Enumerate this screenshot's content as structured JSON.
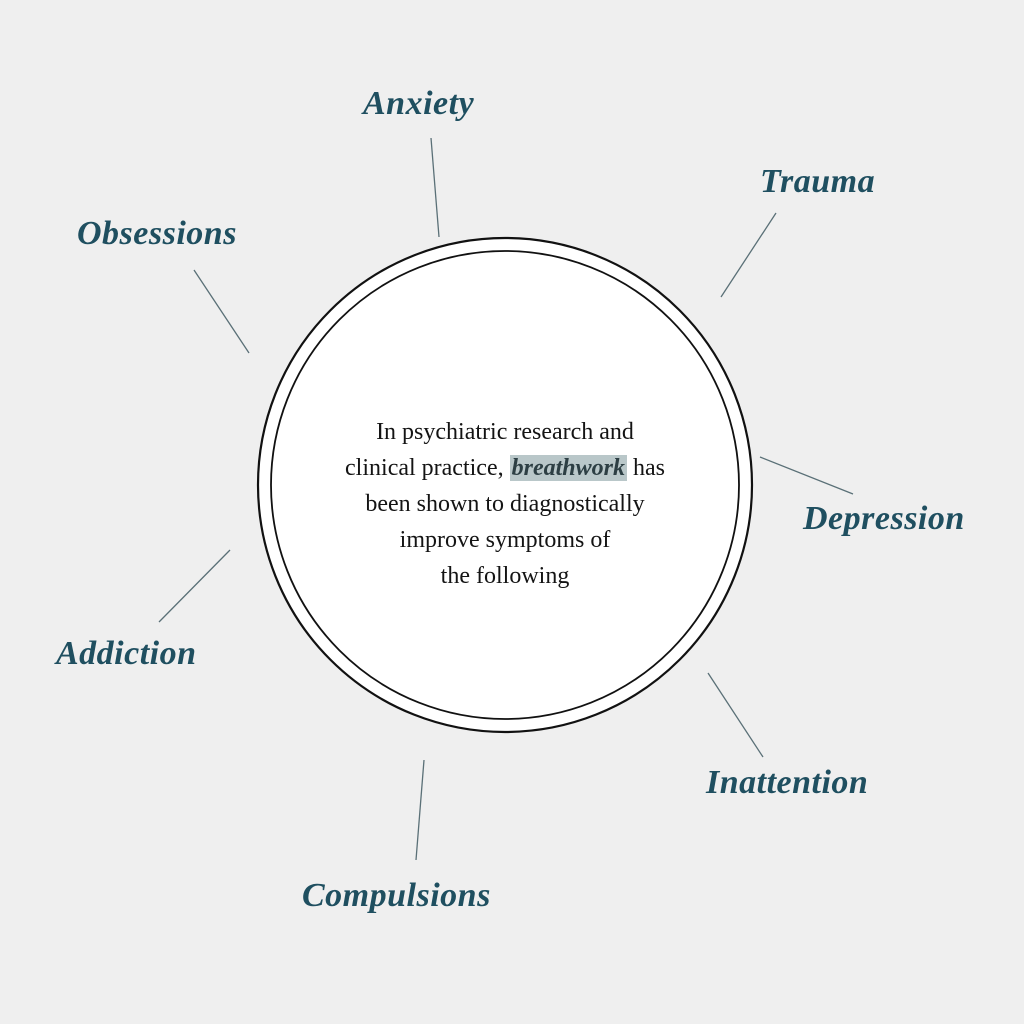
{
  "center": {
    "line1": "In psychiatric research and",
    "line2_before": "clinical practice, ",
    "highlight": "breathwork",
    "line2_after": " has",
    "line3": "been shown to diagnostically",
    "line4": "improve symptoms of",
    "line5": "the following"
  },
  "labels": {
    "anxiety": "Anxiety",
    "trauma": "Trauma",
    "obsessions": "Obsessions",
    "depression": "Depression",
    "addiction": "Addiction",
    "inattention": "Inattention",
    "compulsions": "Compulsions"
  },
  "colors": {
    "background": "#efefef",
    "label_text": "#1f4f60",
    "connector_line": "#5a7077",
    "circle_fill": "#ffffff",
    "circle_stroke": "#111111",
    "highlight_bg": "#b9c7c9"
  }
}
